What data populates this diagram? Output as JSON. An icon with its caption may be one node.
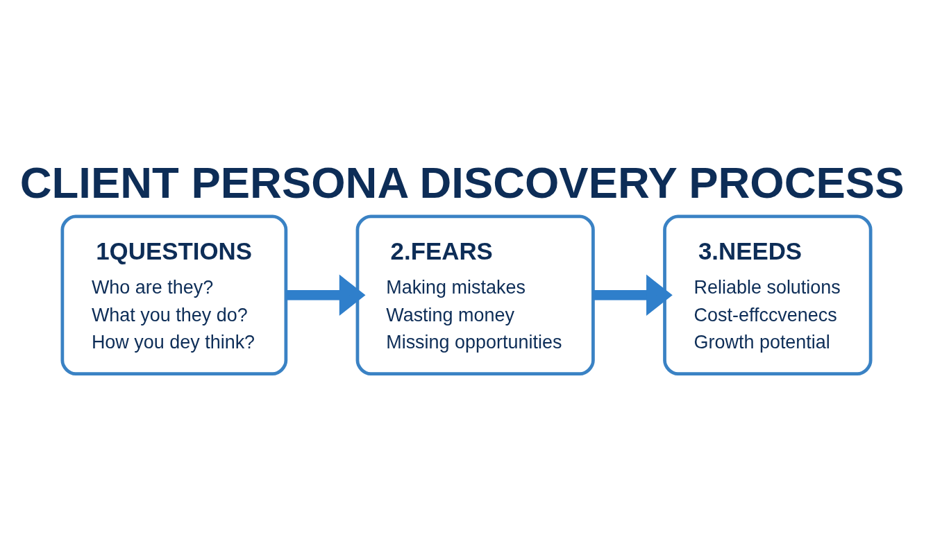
{
  "diagram": {
    "title": "CLIENT PERSONA DISCOVERY PROCESS",
    "nodes": [
      {
        "text": [
          "1QUESTIONS",
          "Who are they?",
          "What you they do?",
          "How you dey think?"
        ]
      },
      {
        "text": [
          "2.FEARS",
          "Making mistakes",
          "Wasting money",
          "Missing opportunities"
        ]
      },
      {
        "text": [
          "3.NEEDS",
          "Reliable solutions",
          "Cost-effccvenecs",
          "Growth potential"
        ]
      }
    ],
    "edges": [
      {
        "from": 0,
        "to": 1,
        "arrow": "to"
      },
      {
        "from": 1,
        "to": 2,
        "arrow": "to"
      }
    ]
  }
}
